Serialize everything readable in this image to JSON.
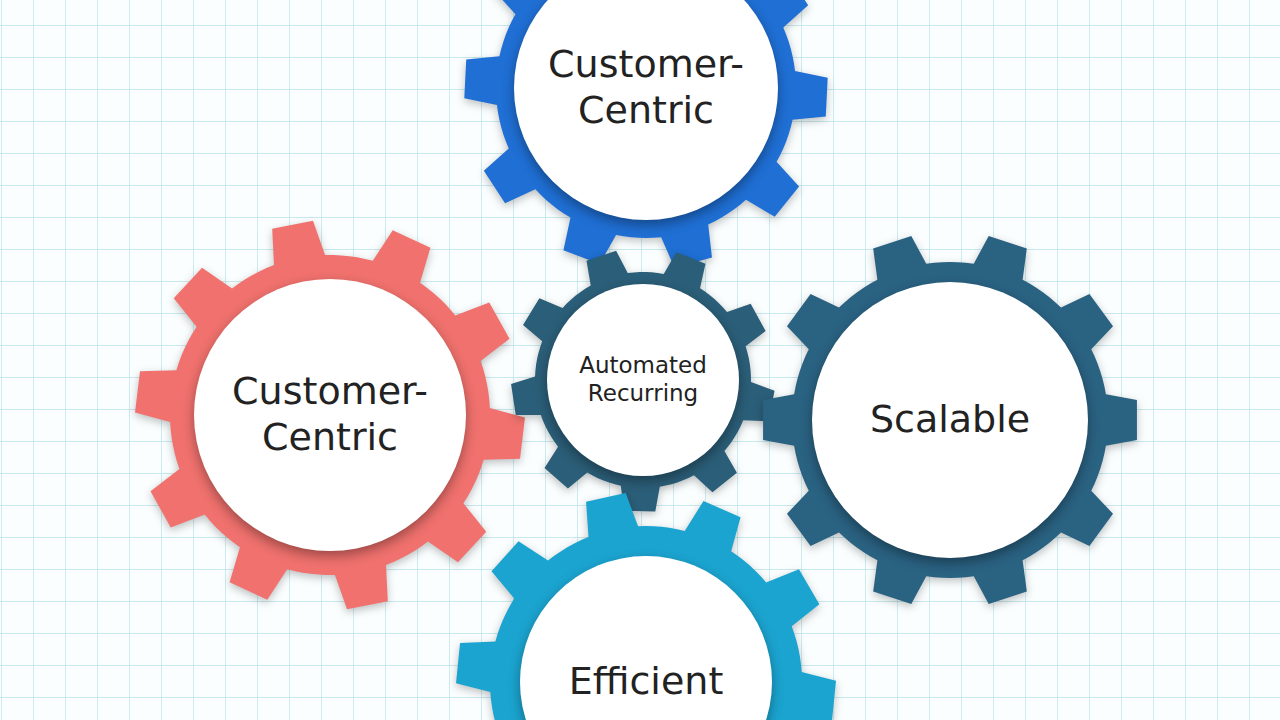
{
  "diagram": {
    "nodes": [
      {
        "text": [
          "Customer- Centric"
        ]
      },
      {
        "text": [
          "Customer- Centric"
        ]
      },
      {
        "text": [
          "Automated Recurring"
        ]
      },
      {
        "text": [
          "Scalable"
        ]
      },
      {
        "text": [
          "Efficient"
        ]
      }
    ]
  }
}
